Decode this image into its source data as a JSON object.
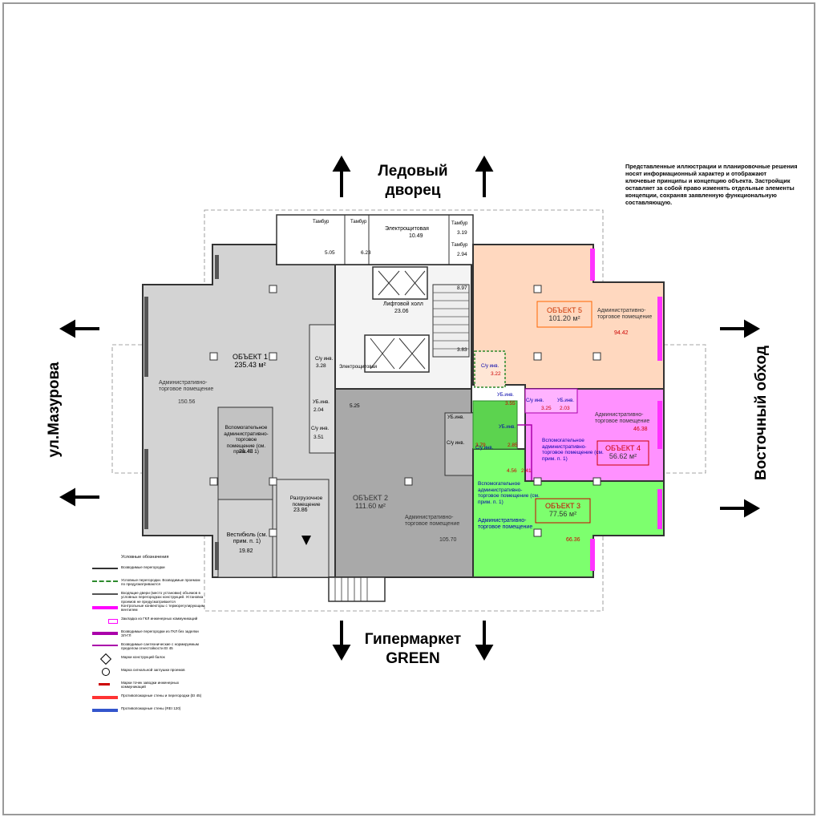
{
  "notice": "Представленные иллюстрации и планировочные решения носят информационный характер и отображают ключевые принципы и концепцию объекта. Застройщик оставляет за собой право изменять отдельные элементы концепции, сохраняя заявленную функциональную составляющую.",
  "directions": {
    "north": [
      "Ледовый",
      "дворец"
    ],
    "south": [
      "Гипермаркет",
      "GREEN"
    ],
    "west": "ул.Мазурова",
    "east": "Восточный обход"
  },
  "objects": [
    {
      "title": "ОБЪЕКТ 1",
      "area": "235.43 м²",
      "room": "Административно-торговое помещение",
      "room_area": "150.56",
      "color": "#d3d3d3"
    },
    {
      "title": "ОБЪЕКТ 2",
      "area": "111.60 м²",
      "room": "Административно-торговое помещение",
      "room_area": "105.70",
      "color": "#a9a9a9"
    },
    {
      "title": "ОБЪЕКТ 3",
      "area": "77.56 м²",
      "room": "Административно-торговое помещение",
      "room_area": "66.36",
      "color": "#7dff6e"
    },
    {
      "title": "ОБЪЕКТ 4",
      "area": "56.62 м²",
      "room": "Административно-торговое помещение",
      "room_area": "46.38",
      "color": "#ff91ff"
    },
    {
      "title": "ОБЪЕКТ 5",
      "area": "101.20 м²",
      "room": "Административно-торговое помещение",
      "room_area": "94.42",
      "color": "#ffd8bf"
    }
  ],
  "rooms": {
    "tambur": "Тамбур",
    "elec": "Электрощитовая",
    "elec_area": "10.49",
    "lift_hall": "Лифтовой холл",
    "lift_hall_area": "23.06",
    "elec_room2": "Электрощитовая",
    "aux": "Вспомогательное административно-торговое помещение (см. прим. п. 1)",
    "aux1_area": "21.43",
    "unload": "Разгрузочное помещение",
    "unload_area": "23.86",
    "vestibule": "Вестибюль (см. прим. п. 1)",
    "vestibule_area": "19.82",
    "cu": "С/у инв.",
    "ui": "УБ.инв.",
    "small_areas": [
      "5.05",
      "6.23",
      "3.19",
      "2.94",
      "8.97",
      "3.83",
      "3.22",
      "3.55",
      "3.28",
      "2.04",
      "3.51",
      "3.79",
      "2.85",
      "4.56",
      "2.41",
      "3.25",
      "2.03",
      "5.25"
    ]
  },
  "legend": {
    "title": "Условные обозначения",
    "items": [
      "Возводимые перегородки",
      "Условные перегородки. Возводимые проемом по предусматриваются",
      "Входящие двери (место установки) объемов в условных перегородках конструкций. Установка проемов не предусматривается",
      "Контрольные конвекторы с терморегулирующим вентилем",
      "Закладка из ГКЛ инженерных коммуникаций",
      "Возводимые перегородки из ГКЛ без заделки ЗЛ-ГЛ",
      "Возводимые сантехнические с нормируемым пределом огнестойкости EI 45",
      "Марки конструкций балок",
      "Марка сигнальной заглушки проемов",
      "Марки точек заводки инженерных коммуникаций",
      "Противопожарные стены и перегородки (EI 45)",
      "Противопожарные стены (REI 120)"
    ],
    "colors": [
      "#333333",
      "#2d8a2d",
      "#555555",
      "#ff00ff",
      "#ff00ff",
      "#aa00aa",
      "#aa00aa",
      "#000000",
      "#000000",
      "#cc0000",
      "#ff3333",
      "#3355cc"
    ]
  }
}
